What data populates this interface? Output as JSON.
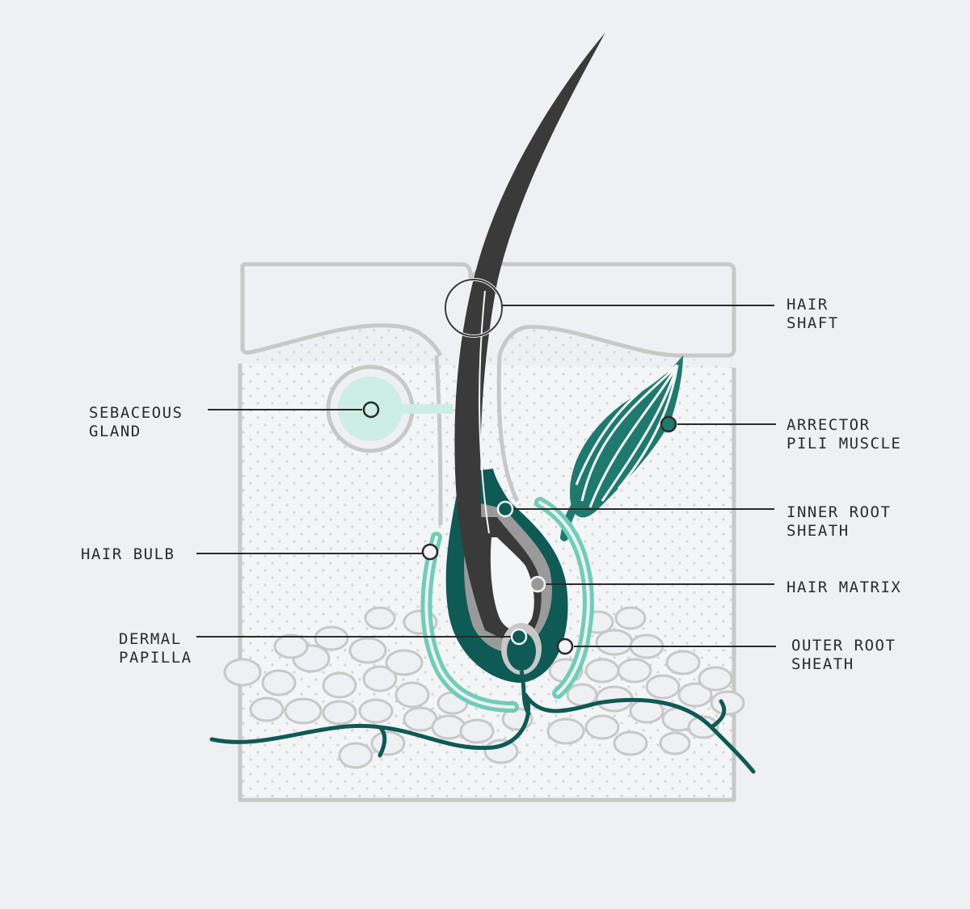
{
  "colors": {
    "background": "#eef0f4",
    "skin_outline": "#c8c8c8",
    "dermis_fill": "#f4f5f7",
    "hair_dark": "#3a3a3a",
    "teal_dark": "#0e5a55",
    "teal_mid": "#1e7a6e",
    "teal_light": "#6fcdb8",
    "mint": "#cdeee4",
    "gray_mid": "#9a9a9a",
    "leader_line": "#2b2b2b"
  },
  "labels": {
    "hair_shaft": [
      "HAIR",
      "SHAFT"
    ],
    "sebaceous_gland": [
      "SEBACEOUS",
      "GLAND"
    ],
    "arrector_pili_muscle": [
      "ARRECTOR",
      "PILI MUSCLE"
    ],
    "inner_root_sheath": [
      "INNER ROOT",
      "SHEATH"
    ],
    "hair_bulb": [
      "HAIR BULB"
    ],
    "hair_matrix": [
      "HAIR MATRIX"
    ],
    "dermal_papilla": [
      "DERMAL",
      "PAPILLA"
    ],
    "outer_root_sheath": [
      "OUTER ROOT",
      "SHEATH"
    ]
  }
}
